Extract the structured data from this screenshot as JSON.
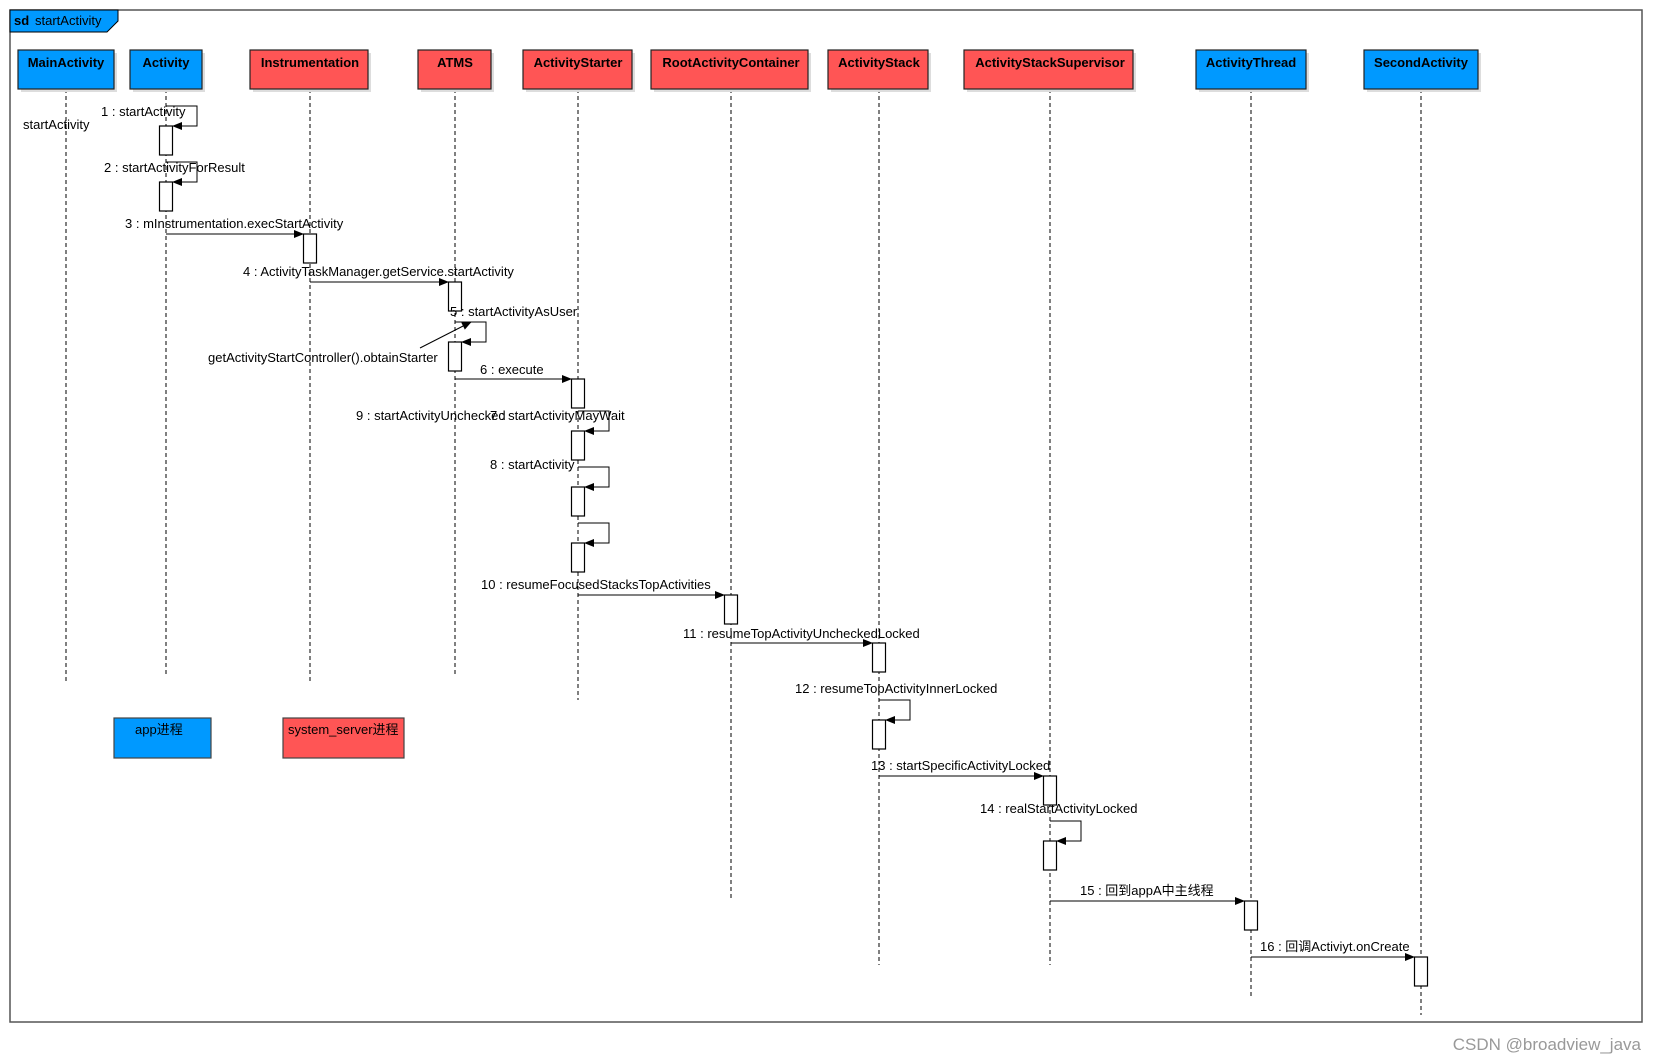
{
  "frame": {
    "keyword": "sd",
    "name": "startActivity"
  },
  "colors": {
    "app": "#0099ff",
    "system": "#ff5555",
    "line": "#000000"
  },
  "participants": [
    {
      "id": "main",
      "label": "MainActivity",
      "process": "app"
    },
    {
      "id": "activity",
      "label": "Activity",
      "process": "app"
    },
    {
      "id": "instr",
      "label": "Instrumentation",
      "process": "system"
    },
    {
      "id": "atms",
      "label": "ATMS",
      "process": "system"
    },
    {
      "id": "starter",
      "label": "ActivityStarter",
      "process": "system"
    },
    {
      "id": "rac",
      "label": "RootActivityContainer",
      "process": "system"
    },
    {
      "id": "stack",
      "label": "ActivityStack",
      "process": "system"
    },
    {
      "id": "supervisor",
      "label": "ActivityStackSupervisor",
      "process": "system"
    },
    {
      "id": "thread",
      "label": "ActivityThread",
      "process": "app"
    },
    {
      "id": "second",
      "label": "SecondActivity",
      "process": "app"
    }
  ],
  "messages": [
    {
      "label": "1 : startActivity"
    },
    {
      "label": "2 : startActivityForResult"
    },
    {
      "label": "3 : mInstrumentation.execStartActivity"
    },
    {
      "label": "4 : ActivityTaskManager.getService.startActivity"
    },
    {
      "label": "5 : startActivityAsUser"
    },
    {
      "label": "6 : execute"
    },
    {
      "label": "7 : startActivityMayWait"
    },
    {
      "label": "8 : startActivity"
    },
    {
      "label": "9 : startActivityUnchecked"
    },
    {
      "label": "10 : resumeFocusedStacksTopActivities"
    },
    {
      "label": "11 : resumeTopActivityUncheckedLocked"
    },
    {
      "label": "12 : resumeTopActivityInnerLocked"
    },
    {
      "label": "13 : startSpecificActivityLocked"
    },
    {
      "label": "14 : realStartActivityLocked"
    },
    {
      "label": "15 : 回到appA中主线程"
    },
    {
      "label": "16 : 回调Activiyt.onCreate"
    }
  ],
  "notes": {
    "start_label": "startActivity",
    "obtain_starter": "getActivityStartController().obtainStarter"
  },
  "legend": {
    "app": "app进程",
    "system": "system_server进程"
  },
  "watermark": "CSDN @broadview_java"
}
